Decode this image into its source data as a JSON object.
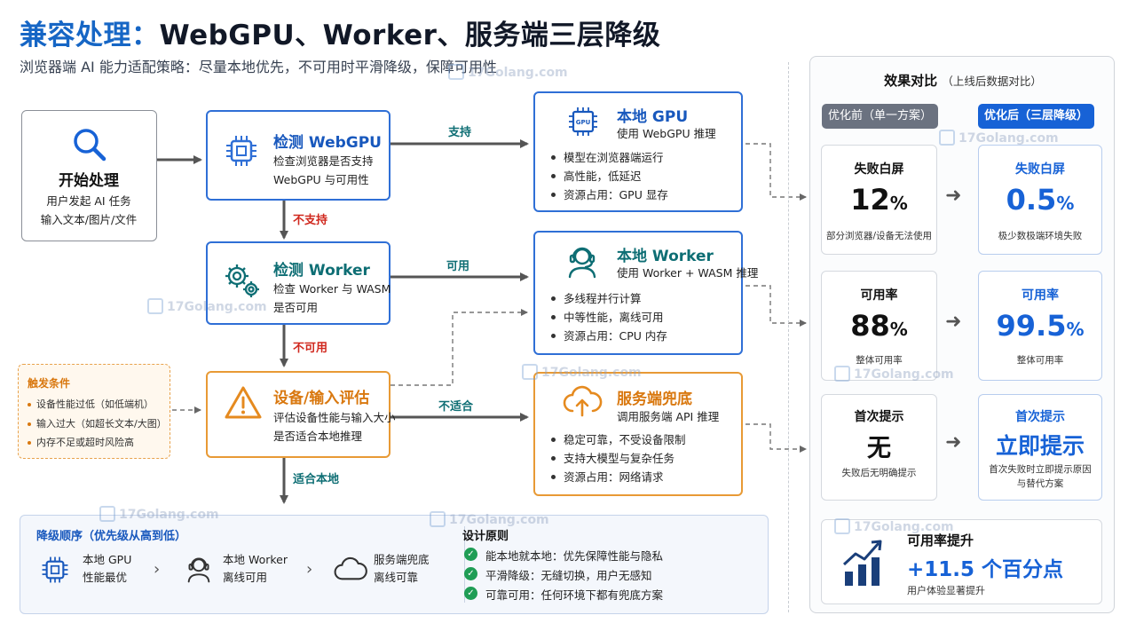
{
  "header": {
    "title_prefix": "兼容处理：",
    "title_main": "WebGPU、Worker、服务端三层降级",
    "subtitle": "浏览器端 AI 能力适配策略：尽量本地优先，不可用时平滑降级，保障可用性"
  },
  "flow": {
    "start": {
      "title": "开始处理",
      "line1": "用户发起 AI 任务",
      "line2": "输入文本/图片/文件"
    },
    "detect_webgpu": {
      "title": "检测 WebGPU",
      "line1": "检查浏览器是否支持",
      "line2": "WebGPU 与可用性"
    },
    "detect_worker": {
      "title": "检测 Worker",
      "line1": "检查 Worker 与 WASM",
      "line2": "是否可用"
    },
    "evaluate": {
      "title": "设备/输入评估",
      "line1": "评估设备性能与输入大小",
      "line2": "是否适合本地推理"
    },
    "labels": {
      "supported": "支持",
      "not_supported": "不支持",
      "available": "可用",
      "not_available": "不可用",
      "not_suitable": "不适合",
      "suitable_local": "适合本地"
    }
  },
  "results": {
    "gpu": {
      "title": "本地 GPU",
      "subtitle": "使用 WebGPU 推理",
      "bullets": [
        "模型在浏览器端运行",
        "高性能，低延迟",
        "资源占用：GPU 显存"
      ]
    },
    "worker": {
      "title": "本地 Worker",
      "subtitle": "使用 Worker + WASM 推理",
      "bullets": [
        "多线程并行计算",
        "中等性能，离线可用",
        "资源占用：CPU 内存"
      ]
    },
    "server": {
      "title": "服务端兜底",
      "subtitle": "调用服务端 API 推理",
      "bullets": [
        "稳定可靠，不受设备限制",
        "支持大模型与复杂任务",
        "资源占用：网络请求"
      ]
    }
  },
  "trigger": {
    "title": "触发条件",
    "items": [
      "设备性能过低（如低端机）",
      "输入过大（如超长文本/大图）",
      "内存不足或超时风险高"
    ]
  },
  "bottom": {
    "order_title": "降级顺序（优先级从高到低）",
    "order": [
      {
        "name": "本地 GPU",
        "desc": "性能最优"
      },
      {
        "name": "本地 Worker",
        "desc": "离线可用"
      },
      {
        "name": "服务端兜底",
        "desc": "离线可靠"
      }
    ],
    "principles_title": "设计原则",
    "principles": [
      "能本地就本地：优先保障性能与隐私",
      "平滑降级：无缝切换，用户无感知",
      "可靠可用：任何环境下都有兜底方案"
    ]
  },
  "comparison": {
    "title": "效果对比",
    "title_note": "（上线后数据对比）",
    "before_label": "优化前（单一方案）",
    "after_label": "优化后（三层降级）",
    "rows": [
      {
        "before": {
          "label": "失败白屏",
          "value": "12",
          "unit": "%",
          "note": "部分浏览器/设备无法使用"
        },
        "after": {
          "label": "失败白屏",
          "value": "0.5",
          "unit": "%",
          "note": "极少数极端环境失败"
        }
      },
      {
        "before": {
          "label": "可用率",
          "value": "88",
          "unit": "%",
          "note": "整体可用率"
        },
        "after": {
          "label": "可用率",
          "value": "99.5",
          "unit": "%",
          "note": "整体可用率"
        }
      },
      {
        "before": {
          "label": "首次提示",
          "value": "无",
          "unit": "",
          "note": "失败后无明确提示"
        },
        "after": {
          "label": "首次提示",
          "value": "立即提示",
          "unit": "",
          "note1": "首次失败时立即提示原因",
          "note2": "与替代方案"
        }
      }
    ],
    "uplift": {
      "title": "可用率提升",
      "value": "+11.5 个百分点",
      "note": "用户体验显著提升"
    }
  },
  "watermark": {
    "text": "17Golang.com"
  },
  "colors": {
    "blue": "#2f6fd6",
    "orange": "#e89a35",
    "teal": "#0e6e74",
    "red": "#d0281e",
    "accent": "#1762d6"
  },
  "icons": [
    "search-icon",
    "chip-icon",
    "gear-icon",
    "warning-icon",
    "gpu-chip-icon",
    "support-agent-icon",
    "cloud-upload-icon",
    "check-icon",
    "chevron-right-icon",
    "arrow-right-icon",
    "growth-chart-icon"
  ]
}
